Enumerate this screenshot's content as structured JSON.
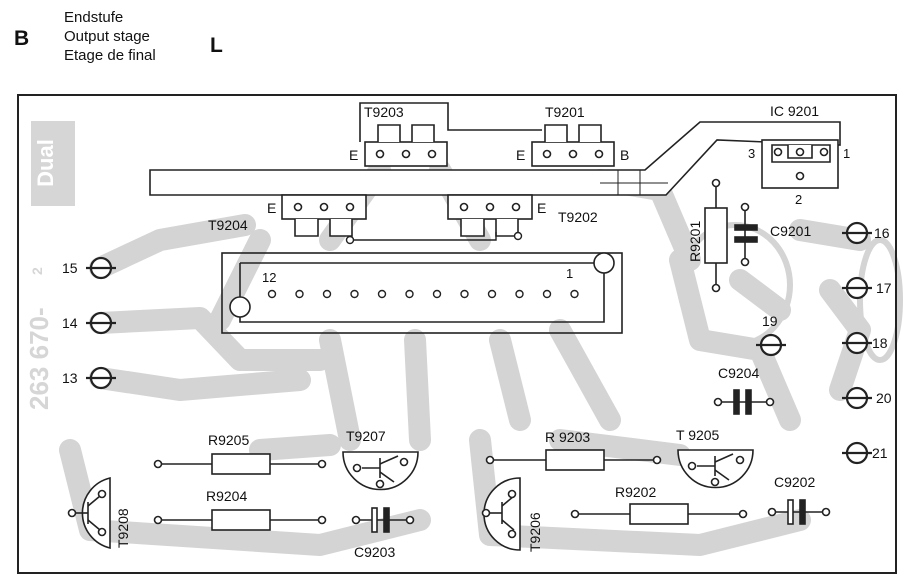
{
  "header": {
    "letter_left": "B",
    "letter_right": "L",
    "lines": [
      "Endstufe",
      "Output stage",
      "Etage de final"
    ]
  },
  "board": {
    "logo": "Dual",
    "part_number": "263 670-",
    "part_suffix": "2",
    "colors": {
      "trace": "#d4d4d4",
      "ink": "#111111",
      "border": "#222222"
    }
  },
  "labels": {
    "t9203": "T9203",
    "t9201": "T9201",
    "ic9201": "IC 9201",
    "t9204": "T9204",
    "t9202": "T9202",
    "r9201": "R9201",
    "c9201": "C9201",
    "c9204": "C9204",
    "r9205": "R9205",
    "r9204": "R9204",
    "t9207": "T9207",
    "t9208": "T9208",
    "c9203": "C9203",
    "r9203": "R 9203",
    "t9205": "T 9205",
    "r9202": "R9202",
    "c9202": "C9202",
    "t9206": "T9206",
    "pin_e": "E",
    "pin_b": "B",
    "ic_pin_1": "1",
    "ic_pin_2": "2",
    "ic_pin_3": "3",
    "conn_pin_1": "1",
    "conn_pin_12": "12"
  },
  "terminals": {
    "t13": "13",
    "t14": "14",
    "t15": "15",
    "t16": "16",
    "t17": "17",
    "t18": "18",
    "t19": "19",
    "t20": "20",
    "t21": "21"
  }
}
